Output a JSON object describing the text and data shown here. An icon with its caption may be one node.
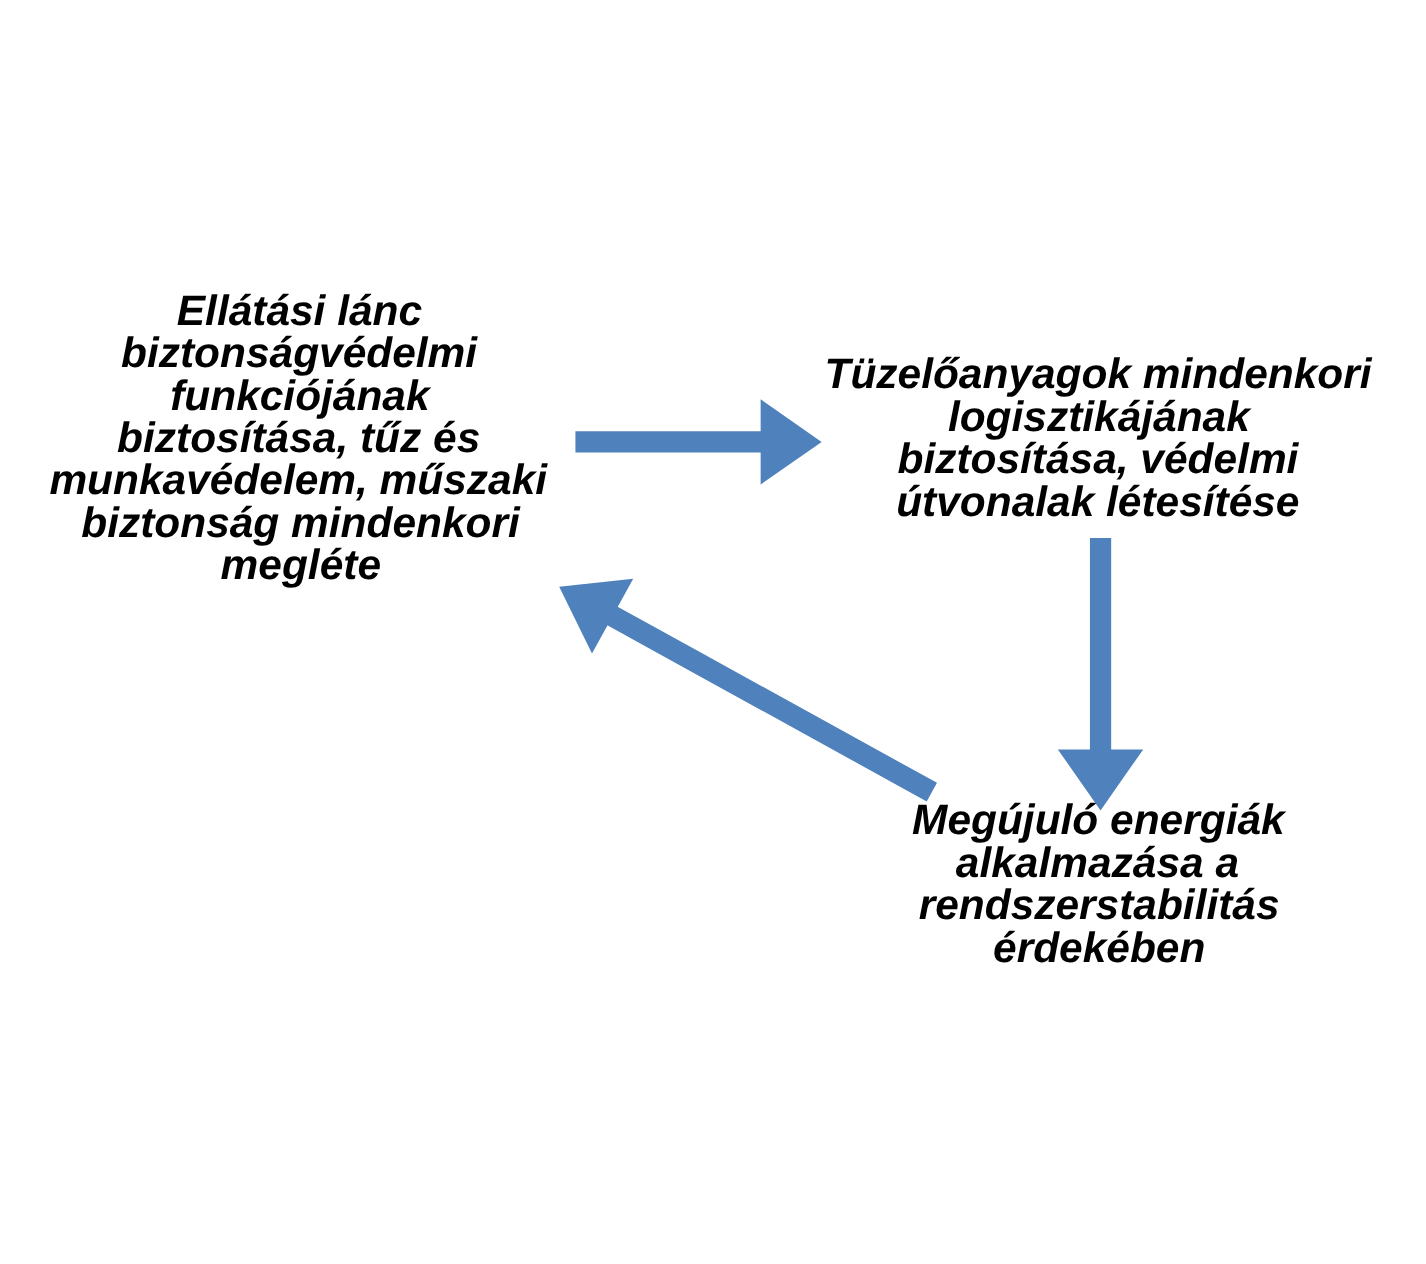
{
  "diagram": {
    "nodes": [
      {
        "text": [
          "Ellátási lánc biztonságvédelmi funkciójának biztosítása, tűz és munkavédelem, műszaki biztonság mindenkori megléte"
        ]
      },
      {
        "text": [
          "Tüzelőanyagok mindenkori logisztikájának biztosítása, védelmi útvonalak létesítése"
        ]
      },
      {
        "text": [
          "Megújuló energiák alkalmazása a rendszerstabilitás érdekében"
        ]
      }
    ],
    "edges": [
      {
        "from": 0,
        "to": 1,
        "arrow": "to"
      },
      {
        "from": 1,
        "to": 2,
        "arrow": "to"
      },
      {
        "from": 2,
        "to": 0,
        "arrow": "to"
      }
    ]
  }
}
